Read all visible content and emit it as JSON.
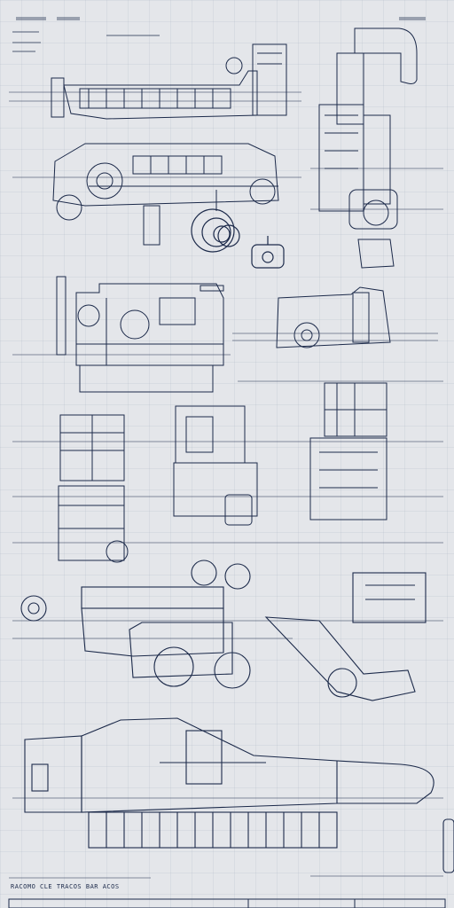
{
  "sheet": {
    "background": "#e4e6ea",
    "ink": "#1c2a4a",
    "grid_ink": "#a9b1c0",
    "legend_text": "RACOMO CLE TRACOS BAR ACOS"
  },
  "drawings": [
    {
      "id": "top-side-elevation",
      "icon": "machine-elevation"
    },
    {
      "id": "tower-front-view",
      "icon": "tower-view"
    },
    {
      "id": "chassis-side-view",
      "icon": "chassis"
    },
    {
      "id": "gear-hub-detail",
      "icon": "gear"
    },
    {
      "id": "cab-section-view",
      "icon": "cab-section"
    },
    {
      "id": "engine-block-detail",
      "icon": "engine"
    },
    {
      "id": "mid-assembly-view",
      "icon": "assembly"
    },
    {
      "id": "drive-train-elevation",
      "icon": "drive-train"
    },
    {
      "id": "crawler-base-elevation",
      "icon": "crawler"
    },
    {
      "id": "title-block",
      "icon": "title-block"
    }
  ]
}
